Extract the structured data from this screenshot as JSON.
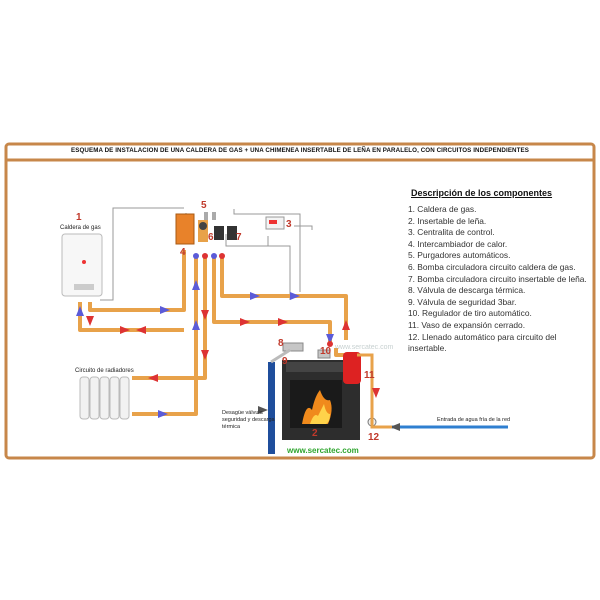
{
  "title": "ESQUEMA DE INSTALACION DE UNA CALDERA DE GAS + UNA CHIMENEA INSERTABLE DE LEÑA EN PARALELO, CON CIRCUITOS INDEPENDIENTES",
  "legend": {
    "heading": "Descripción de los componentes",
    "items": [
      "1. Caldera de gas.",
      "2. Insertable de leña.",
      "3. Centralita de control.",
      "4. Intercambiador de calor.",
      "5. Purgadores automáticos.",
      "6. Bomba circuladora circuito caldera de gas.",
      "7. Bomba circuladora circuito insertable de leña.",
      "8. Válvula de descarga térmica.",
      "9. Válvula de seguridad 3bar.",
      "10. Regulador de tiro automático.",
      "11. Vaso de expansión cerrado.",
      "12. Llenado automático para circuito del insertable."
    ]
  },
  "labels": {
    "boiler": "Caldera de gas",
    "radiators": "Circuito de radiadores",
    "drain": "Desagüe válvula seguridad y descarga térmica",
    "water_inlet": "Entrada de agua fría de la red",
    "website": "www.sercatec.com",
    "watermark": "www.sercatec.com"
  },
  "numbers": [
    "1",
    "2",
    "3",
    "4",
    "5",
    "6",
    "7",
    "8",
    "9",
    "10",
    "11",
    "12"
  ],
  "colors": {
    "frame_pipe": "#c7874a",
    "hot_pipe": "#e8a24a",
    "flow_arrow": "#d33",
    "return_arrow": "#5b5bd8",
    "control_wire": "#999999",
    "drain_pipe": "#1f4e9c",
    "cold_water": "#2f7fd0",
    "fire": "#f08a1c",
    "number_color": "#c0392b",
    "website_color": "#2ea52e"
  }
}
